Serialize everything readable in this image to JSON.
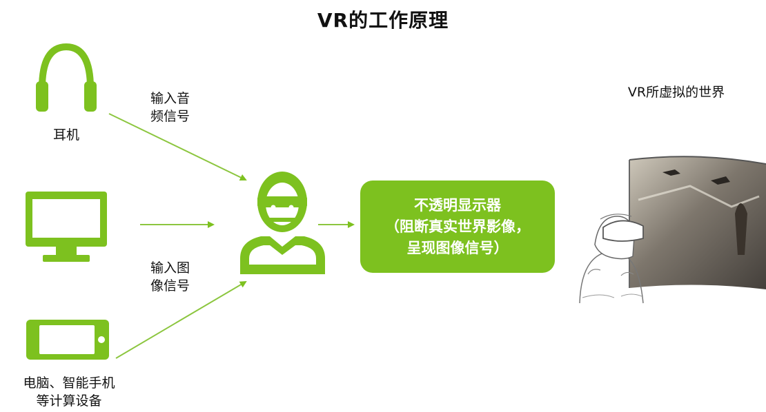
{
  "title": "VR的工作原理",
  "devices": {
    "headphone": {
      "icon": "headphone-icon",
      "label": "耳机"
    },
    "monitor": {
      "icon": "monitor-icon"
    },
    "phone": {
      "icon": "smartphone-icon",
      "label_lines": [
        "电脑、智能手机",
        "等计算设备"
      ]
    }
  },
  "signals": {
    "audio": [
      "输入音",
      "频信号"
    ],
    "image": [
      "输入图",
      "像信号"
    ]
  },
  "user": {
    "icon": "vr-user-icon"
  },
  "display_box": {
    "lines": [
      "不透明显示器",
      "（阻断真实世界影像，",
      "呈现图像信号）"
    ]
  },
  "virtual_world": {
    "label": "VR所虚拟的世界"
  },
  "colors": {
    "accent": "#7dc11f",
    "arrow": "#8cc63f",
    "text": "#111111"
  }
}
